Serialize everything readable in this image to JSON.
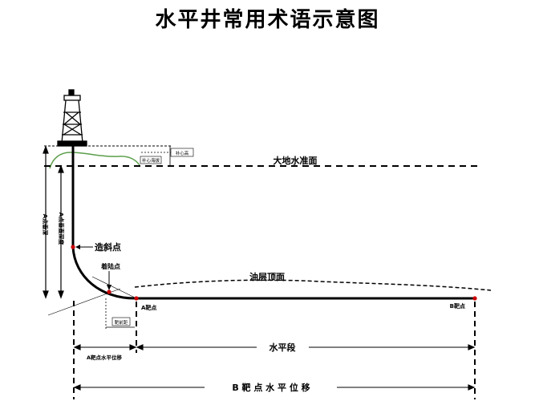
{
  "title": "水平井常用术语示意图",
  "labels": {
    "ground_level": "大地水准面",
    "kickoff_point": "造斜点",
    "landing_point": "着陆点",
    "a_target": "A靶点",
    "b_target": "B靶点",
    "reservoir_top": "油层顶面",
    "horizontal_section": "水平段",
    "a_target_offset": "A靶点水平位移",
    "b_target_offset": "B 靶 点 水 平 位 移",
    "total_vertical_depth": "A点垂深",
    "a_vertical_depth": "A点垂直深度",
    "small_box_1": "补心高",
    "small_box_2": "补心海拔",
    "small_box_3": "靶前距"
  },
  "colors": {
    "well_path": "#000000",
    "terrain": "#5a9e4a",
    "point_marker": "#cc0000"
  }
}
